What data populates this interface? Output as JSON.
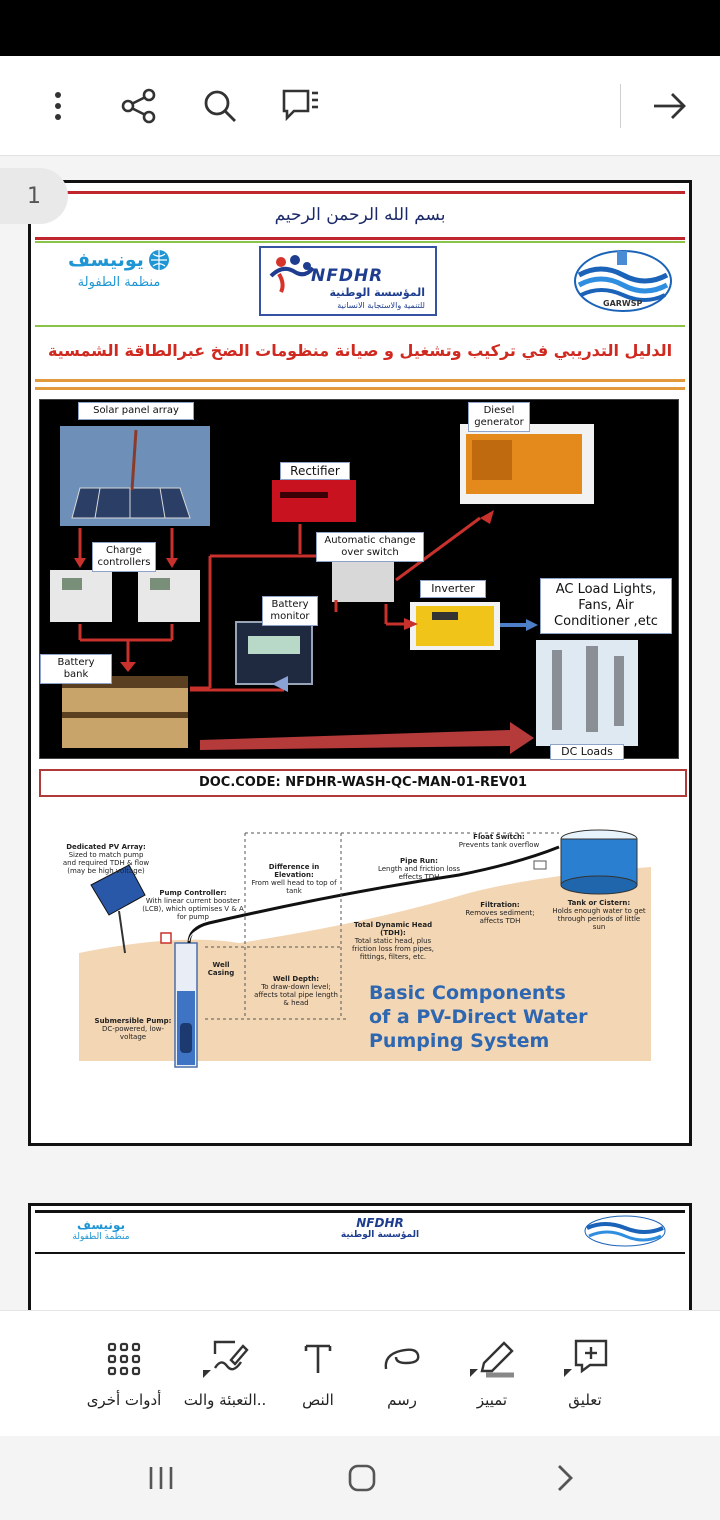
{
  "toolbar": {
    "icons": [
      "more-vertical-icon",
      "share-icon",
      "search-icon",
      "comment-list-icon",
      "arrow-right-icon"
    ]
  },
  "page_indicator": "1",
  "document": {
    "basmala": "بسم الله الرحمن الرحيم",
    "unicef_name_ar": "يونيسف",
    "unicef_sub_ar": "منظمة الطفولة",
    "nfdhr_acronym": "NFDHR",
    "nfdhr_name_ar": "المؤسسة الوطنية",
    "nfdhr_sub_ar": "للتنمية والاستجابة الانسانية",
    "garwsp": "GARWSP",
    "title_ar": "الدليل التدريبي في تركيب وتشغيل و صيانة منظومات الضخ عبرالطاقة الشمسية",
    "diagram_labels": {
      "solar": "Solar panel array",
      "charge": "Charge controllers",
      "battery_bank": "Battery bank",
      "battery_monitor": "Battery monitor",
      "rectifier": "Rectifier",
      "ats": "Automatic change over switch",
      "diesel": "Diesel generator",
      "inverter": "Inverter",
      "ac_load": "AC Load Lights, Fans, Air Conditioner ,etc",
      "dc_loads": "DC Loads"
    },
    "doc_code": "DOC.CODE: NFDHR-WASH-QC-MAN-01-REV01",
    "pv_figure": {
      "title_lines": [
        "Basic Components",
        "of a PV-Direct Water",
        "Pumping System"
      ],
      "pv_array_title": "Dedicated PV Array:",
      "pv_array_text": "Sized to match pump and required TDH & flow (may be high voltage)",
      "pump_ctrl_title": "Pump Controller:",
      "pump_ctrl_text": "With linear current booster (LCB), which optimises V & A for pump",
      "elev_title": "Difference in Elevation:",
      "elev_text": "From well head to top of tank",
      "float_title": "Float Switch:",
      "float_text": "Prevents tank overflow",
      "pipe_title": "Pipe Run:",
      "pipe_text": "Length and friction loss effects TDH",
      "filtration_title": "Filtration:",
      "filtration_text": "Removes sediment; affects TDH",
      "tank_title": "Tank or Cistern:",
      "tank_text": "Holds enough water to get through periods of little sun",
      "tdh_title": "Total Dynamic Head (TDH):",
      "tdh_text": "Total static head, plus friction loss from pipes, fittings, filters, etc.",
      "casing_title": "Well Casing",
      "depth_title": "Well Depth:",
      "depth_text": "To draw-down level; affects total pipe length & head",
      "pump_title": "Submersible Pump:",
      "pump_text": "DC-powered, low-voltage"
    }
  },
  "page2": {
    "unicef_name_ar": "يونيسف",
    "unicef_sub_ar": "منظمة الطفولة",
    "nfdhr_acronym": "NFDHR",
    "nfdhr_name_ar": "المؤسسة الوطنية"
  },
  "bottom_tools": [
    {
      "label": "أدوات أخرى",
      "icon": "grid-icon"
    },
    {
      "label": "التعبئة والت..",
      "icon": "fill-sign-icon"
    },
    {
      "label": "النص",
      "icon": "text-icon"
    },
    {
      "label": "رسم",
      "icon": "draw-icon"
    },
    {
      "label": "تمييز",
      "icon": "highlight-icon"
    },
    {
      "label": "تعليق",
      "icon": "add-comment-icon"
    }
  ],
  "nav": [
    "recent-apps-icon",
    "home-icon",
    "back-icon"
  ]
}
